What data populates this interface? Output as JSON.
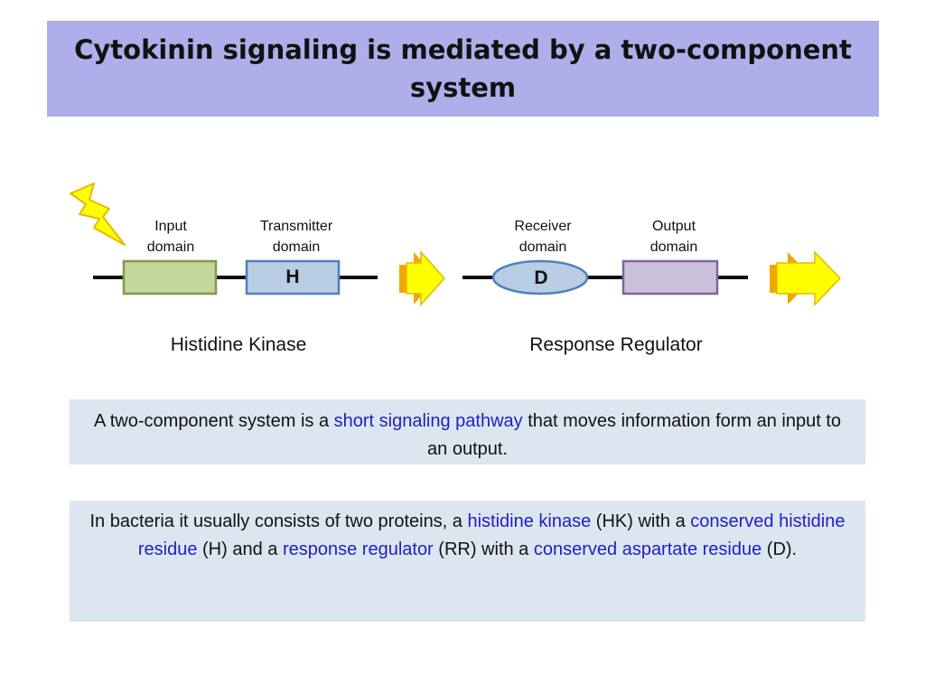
{
  "title": "Cytokinin signaling is mediated by a two-component system",
  "diagram": {
    "input_domain": [
      "Input",
      "domain"
    ],
    "transmitter_domain": [
      "Transmitter",
      "domain"
    ],
    "receiver_domain": [
      "Receiver",
      "domain"
    ],
    "output_domain": [
      "Output",
      "domain"
    ],
    "h_label": "H",
    "d_label": "D",
    "histidine_kinase": "Histidine Kinase",
    "response_regulator": "Response Regulator",
    "colors": {
      "input_box": "#c3d69b",
      "transmitter_box": "#b9cde5",
      "receiver_oval": "#b9cde5",
      "output_box": "#ccc1da",
      "arrow": "#ffff00",
      "arrow_shadow": "#f0a800",
      "lightning": "#ffff00"
    }
  },
  "note1": {
    "before": "A two-component system is a ",
    "highlight": "short signaling pathway",
    "after": " that moves information form an input to an output."
  },
  "note2": {
    "p1": "In bacteria it usually consists of two proteins, a ",
    "h1": "histidine kinase",
    "p2": " (HK) with a ",
    "h2": "conserved histidine residue",
    "p3": " (H) and a ",
    "h3": "response regulator",
    "p4": " (RR) with a ",
    "h4": "conserved aspartate residue",
    "p5": " (D)."
  }
}
